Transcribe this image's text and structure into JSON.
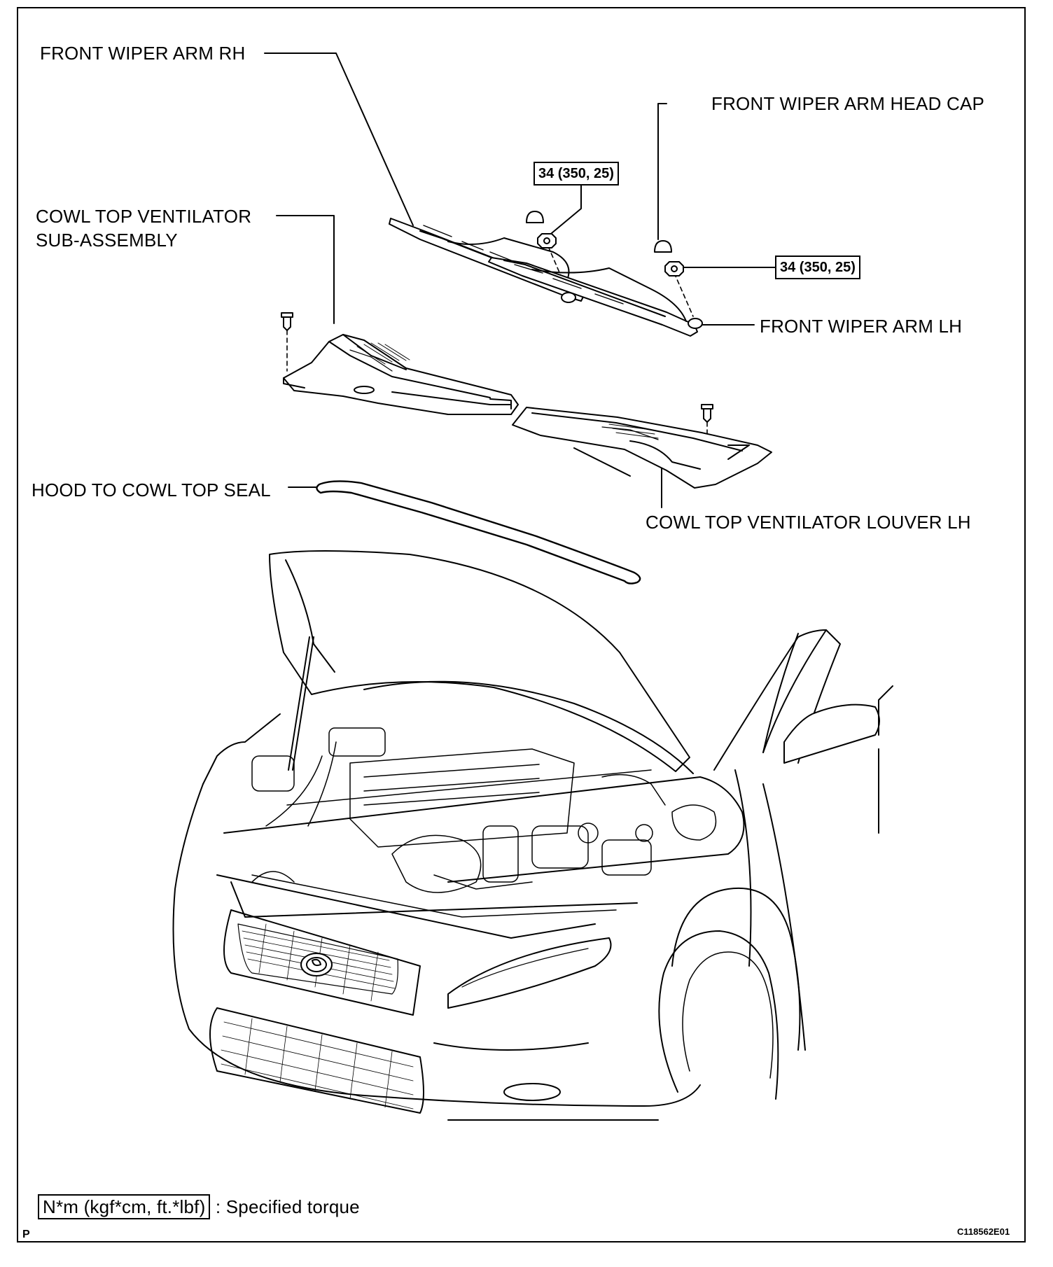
{
  "labels": {
    "front_wiper_arm_rh": "FRONT WIPER ARM RH",
    "front_wiper_arm_head_cap": "FRONT WIPER ARM HEAD CAP",
    "cowl_top_ventilator_line1": "COWL TOP VENTILATOR",
    "cowl_top_ventilator_line2": "SUB-ASSEMBLY",
    "front_wiper_arm_lh": "FRONT WIPER ARM LH",
    "hood_to_cowl_top_seal": "HOOD TO COWL TOP SEAL",
    "cowl_top_ventilator_louver_lh": "COWL TOP VENTILATOR LOUVER LH"
  },
  "torque_values": {
    "rh_nut": "34 (350, 25)",
    "lh_nut": "34 (350, 25)"
  },
  "legend": {
    "unit_box": "N*m (kgf*cm, ft.*lbf)",
    "description": ": Specified torque"
  },
  "footer": {
    "section_letter": "P",
    "figure_code": "C118562E01"
  }
}
